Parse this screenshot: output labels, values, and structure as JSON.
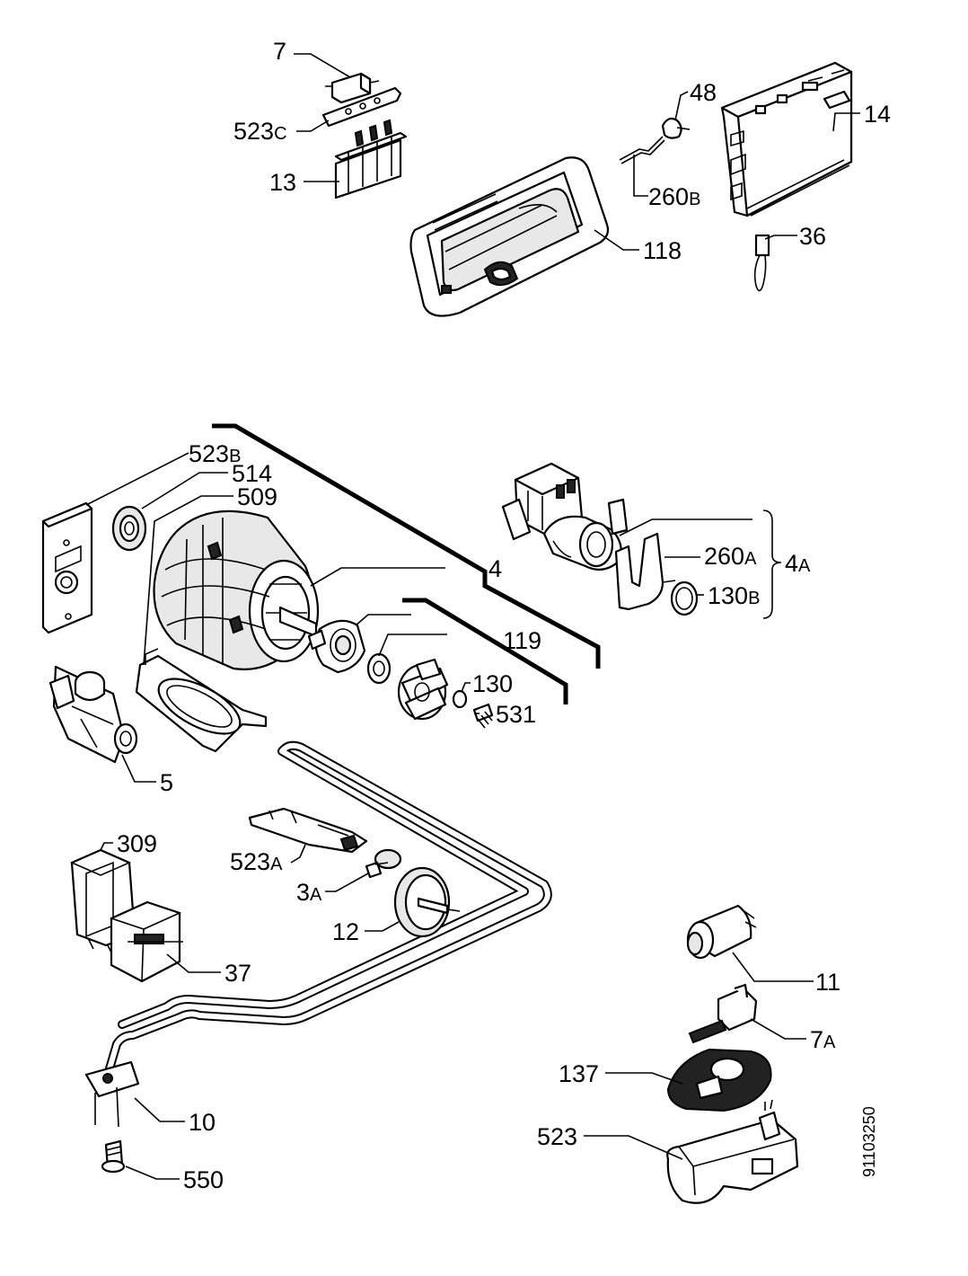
{
  "diagram": {
    "drawing_number": "91103250",
    "labels": [
      {
        "id": "7",
        "main": "7",
        "sub": ""
      },
      {
        "id": "523C",
        "main": "523",
        "sub": "C"
      },
      {
        "id": "13",
        "main": "13",
        "sub": ""
      },
      {
        "id": "48",
        "main": "48",
        "sub": ""
      },
      {
        "id": "14",
        "main": "14",
        "sub": ""
      },
      {
        "id": "260B",
        "main": "260",
        "sub": "B"
      },
      {
        "id": "118",
        "main": "118",
        "sub": ""
      },
      {
        "id": "36",
        "main": "36",
        "sub": ""
      },
      {
        "id": "523B",
        "main": "523",
        "sub": "B"
      },
      {
        "id": "514",
        "main": "514",
        "sub": ""
      },
      {
        "id": "509",
        "main": "509",
        "sub": ""
      },
      {
        "id": "4",
        "main": "4",
        "sub": ""
      },
      {
        "id": "260A",
        "main": "260",
        "sub": "A"
      },
      {
        "id": "4A",
        "main": "4",
        "sub": "A"
      },
      {
        "id": "130B",
        "main": "130",
        "sub": "B"
      },
      {
        "id": "119",
        "main": "119",
        "sub": ""
      },
      {
        "id": "130",
        "main": "130",
        "sub": ""
      },
      {
        "id": "531",
        "main": "531",
        "sub": ""
      },
      {
        "id": "5",
        "main": "5",
        "sub": ""
      },
      {
        "id": "309",
        "main": "309",
        "sub": ""
      },
      {
        "id": "523A",
        "main": "523",
        "sub": "A"
      },
      {
        "id": "3A",
        "main": "3",
        "sub": "A"
      },
      {
        "id": "12",
        "main": "12",
        "sub": ""
      },
      {
        "id": "37",
        "main": "37",
        "sub": ""
      },
      {
        "id": "11",
        "main": "11",
        "sub": ""
      },
      {
        "id": "7A",
        "main": "7",
        "sub": "A"
      },
      {
        "id": "137",
        "main": "137",
        "sub": ""
      },
      {
        "id": "523",
        "main": "523",
        "sub": ""
      },
      {
        "id": "10",
        "main": "10",
        "sub": ""
      },
      {
        "id": "550",
        "main": "550",
        "sub": ""
      }
    ]
  }
}
